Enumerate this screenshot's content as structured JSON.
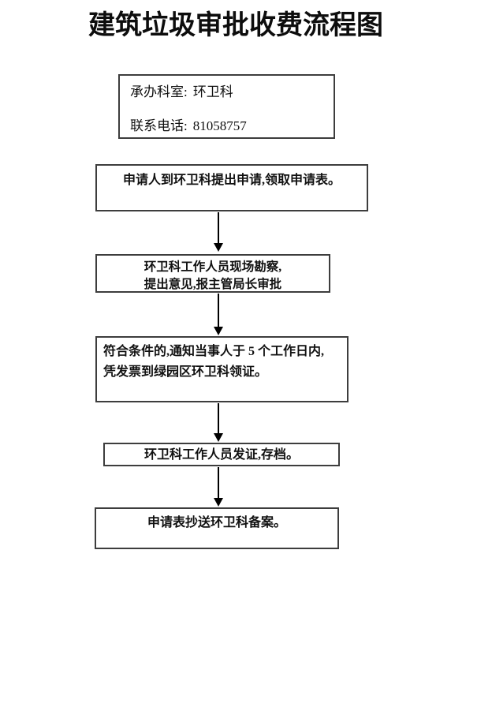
{
  "page": {
    "title": "建筑垃圾审批收费流程图",
    "colors": {
      "background": "#ffffff",
      "box_border": "#3d3d3d",
      "text": "#111111",
      "arrow": "#000000"
    }
  },
  "info_box": {
    "lines": [
      {
        "label": "承办科室:",
        "value": "环卫科"
      },
      {
        "label": "联系电话:",
        "value": "81058757"
      }
    ]
  },
  "flow": {
    "steps": [
      {
        "lines": [
          "申请人到环卫科提出申请,领取申请表。"
        ]
      },
      {
        "lines": [
          "环卫科工作人员现场勘察,",
          "提出意见,报主管局长审批"
        ]
      },
      {
        "lines": [
          "符合条件的,通知当事人于 5 个工作日内,",
          "凭发票到绿园区环卫科领证。"
        ]
      },
      {
        "lines": [
          "环卫科工作人员发证,存档。"
        ]
      },
      {
        "lines": [
          "申请表抄送环卫科备案。"
        ]
      }
    ]
  }
}
